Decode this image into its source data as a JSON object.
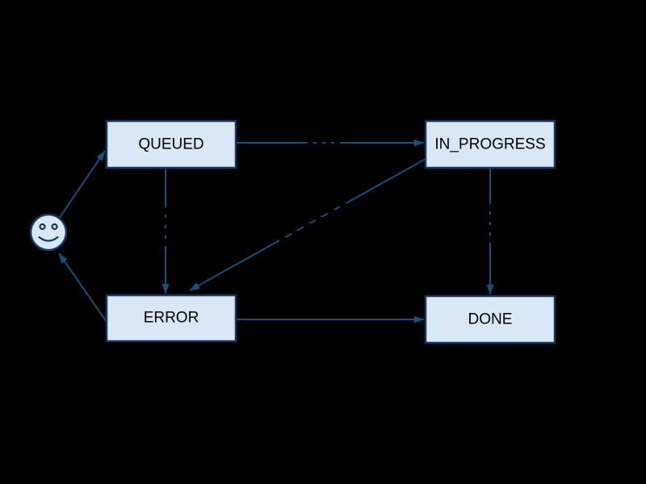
{
  "diagram": {
    "type": "state-machine",
    "background": "#000000",
    "nodes": [
      {
        "id": "start",
        "shape": "smiley-face",
        "label": ""
      },
      {
        "id": "queued",
        "shape": "rect",
        "label": "QUEUED"
      },
      {
        "id": "in_progress",
        "shape": "rect",
        "label": "IN_PROGRESS"
      },
      {
        "id": "error",
        "shape": "rect",
        "label": "ERROR"
      },
      {
        "id": "done",
        "shape": "rect",
        "label": "DONE"
      }
    ],
    "edges": [
      {
        "from": "start",
        "to": "queued",
        "label": ""
      },
      {
        "from": "queued",
        "to": "in_progress",
        "label": ""
      },
      {
        "from": "queued",
        "to": "error",
        "label": ""
      },
      {
        "from": "in_progress",
        "to": "error",
        "label": ""
      },
      {
        "from": "in_progress",
        "to": "done",
        "label": ""
      },
      {
        "from": "error",
        "to": "done",
        "label": ""
      },
      {
        "from": "error",
        "to": "start",
        "label": ""
      }
    ],
    "colors": {
      "node_fill": "#d9e7f6",
      "node_border": "#17375e",
      "edge": "#1b4e79",
      "node_text": "#000000",
      "background": "#000000"
    }
  }
}
